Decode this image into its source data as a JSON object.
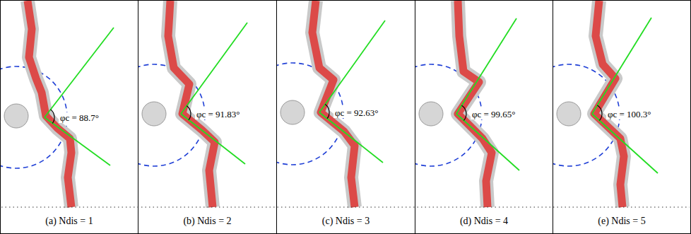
{
  "diagram": {
    "nodes": [
      {
        "text": [
          "(a) Ndis = 1"
        ]
      },
      {
        "text": [
          "(b) Ndis = 2"
        ]
      },
      {
        "text": [
          "(c) Ndis = 3"
        ]
      },
      {
        "text": [
          "(d) Ndis = 4"
        ]
      },
      {
        "text": [
          "(e) Ndis = 5"
        ]
      }
    ],
    "labels": [
      "φc = 88.7°",
      "φc = 91.83°",
      "φc = 92.63°",
      "φc = 99.65°",
      "φc = 100.3°"
    ]
  }
}
